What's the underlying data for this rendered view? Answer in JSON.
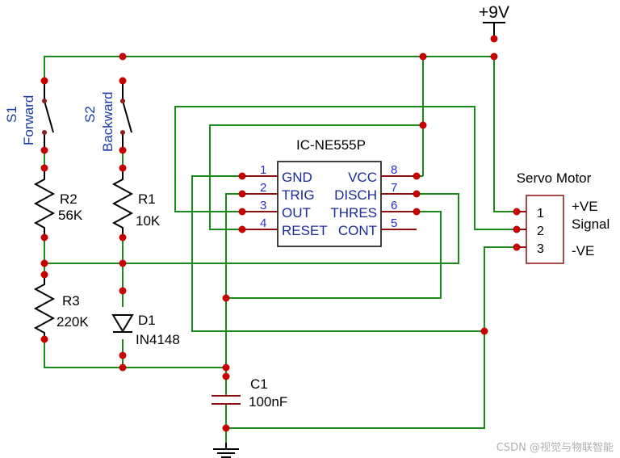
{
  "supply": {
    "label": "+9V"
  },
  "switches": [
    {
      "ref": "S1",
      "name": "Forward"
    },
    {
      "ref": "S2",
      "name": "Backward"
    }
  ],
  "resistors": [
    {
      "ref": "R2",
      "value": "56K"
    },
    {
      "ref": "R1",
      "value": "10K"
    },
    {
      "ref": "R3",
      "value": "220K"
    }
  ],
  "diode": {
    "ref": "D1",
    "part": "IN4148"
  },
  "capacitor": {
    "ref": "C1",
    "value": "100nF"
  },
  "ic": {
    "name": "IC-NE555P",
    "pins": [
      {
        "num": "1",
        "name": "GND"
      },
      {
        "num": "2",
        "name": "TRIG"
      },
      {
        "num": "3",
        "name": "OUT"
      },
      {
        "num": "4",
        "name": "RESET"
      },
      {
        "num": "5",
        "name": "CONT"
      },
      {
        "num": "6",
        "name": "THRES"
      },
      {
        "num": "7",
        "name": "DISCH"
      },
      {
        "num": "8",
        "name": "VCC"
      }
    ]
  },
  "servo": {
    "title": "Servo Motor",
    "pins": [
      {
        "num": "1",
        "name": "+VE"
      },
      {
        "num": "2",
        "name": "Signal"
      },
      {
        "num": "3",
        "name": "-VE"
      }
    ]
  },
  "watermark": "CSDN @视觉与物联智能"
}
